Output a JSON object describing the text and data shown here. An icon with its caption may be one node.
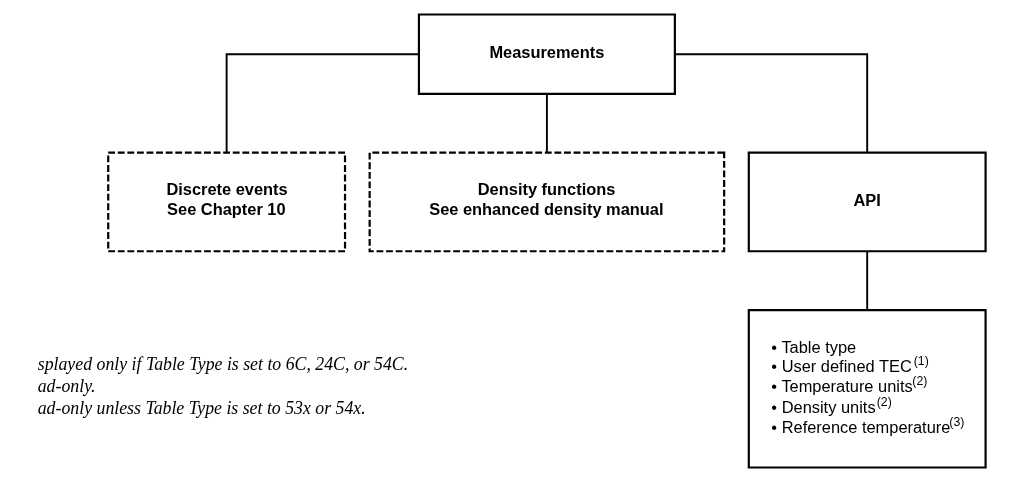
{
  "diagram": {
    "nodes": [
      {
        "text": [
          "Measurements"
        ]
      },
      {
        "text": [
          "Discrete events",
          "See Chapter 10"
        ]
      },
      {
        "text": [
          "Density functions",
          "See enhanced density manual"
        ]
      },
      {
        "text": [
          "API"
        ]
      },
      {
        "text": [
          "• Table type",
          "• User defined TEC$^{(1)}$",
          "• Temperature units$^{(2)}$",
          "• Density units$^{(2)}$",
          "• Reference temperature$^{(3)}$"
        ]
      }
    ],
    "edges": [
      {
        "from": 0,
        "to": 1,
        "arrow": "none"
      },
      {
        "from": 0,
        "to": 2,
        "arrow": "none"
      },
      {
        "from": 0,
        "to": 3,
        "arrow": "none"
      },
      {
        "from": 3,
        "to": 4,
        "arrow": "none"
      }
    ],
    "labels": [
      "splayed only if Table Type is set to 6C, 24C, or 54C.",
      "ad-only.",
      "ad-only unless Table Type is set to 53x or 54x."
    ]
  }
}
